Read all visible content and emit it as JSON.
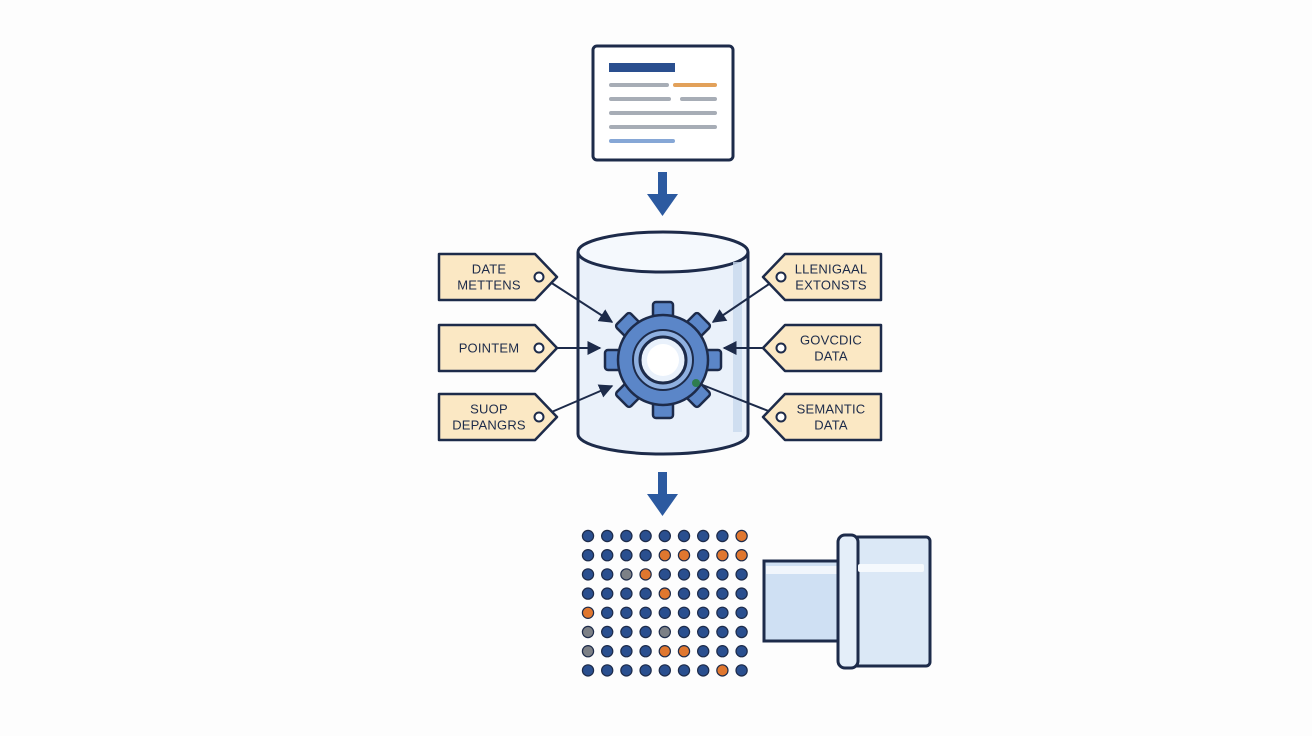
{
  "colors": {
    "navy": "#1d2b4a",
    "blue": "#2c5aa0",
    "light_blue": "#dbe8f6",
    "tag_fill": "#fbe8c4",
    "tag_stroke": "#e2a15a",
    "orange": "#e0772f",
    "gray": "#7c8086",
    "background": "#fdfdfd"
  },
  "icons": {
    "document": "document-icon",
    "database": "database-cylinder-icon",
    "gear": "gear-icon",
    "output": "data-pipe-icon"
  },
  "tags_left": [
    {
      "lines": [
        "DATE",
        "METTENS"
      ]
    },
    {
      "lines": [
        "POINTEM"
      ]
    },
    {
      "lines": [
        "SUOP",
        "DEPANGRS"
      ]
    }
  ],
  "tags_right": [
    {
      "lines": [
        "LLENIGAAL",
        "EXTONSTS"
      ]
    },
    {
      "lines": [
        "GOVCDIC",
        "DATA"
      ]
    },
    {
      "lines": [
        "SEMANTIC",
        "DATA"
      ]
    }
  ],
  "dot_grid": {
    "rows": 8,
    "cols": 9,
    "colors": [
      "bbbbbbbbo",
      "bbbbooboo",
      "bbgobbbbb",
      "bbbbobbbb",
      "obbbbbbbb",
      "gbbbgbbbb",
      "gbbboobbb",
      "bbbbbbbob"
    ]
  }
}
